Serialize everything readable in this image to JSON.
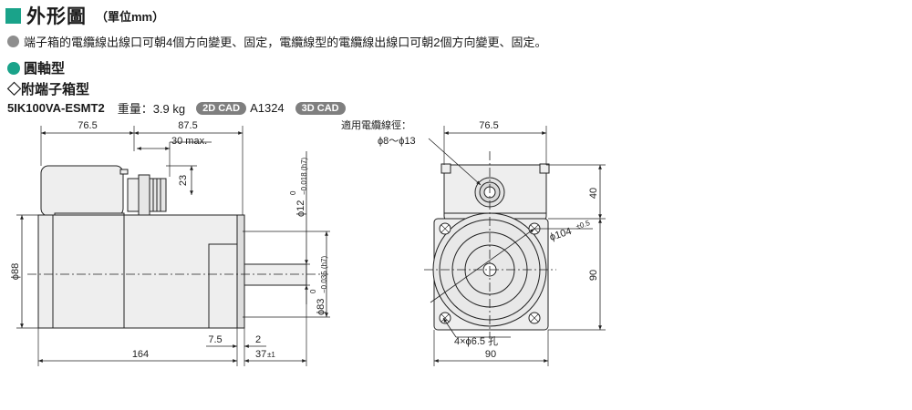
{
  "header": {
    "title": "外形圖",
    "unit_note": "（單位mm）"
  },
  "description": "端子箱的電纜線出線口可朝4個方向變更、固定，電纜線型的電纜線出線口可朝2個方向變更、固定。",
  "section_title": "圓軸型",
  "subsection_title": "◇附端子箱型",
  "model": {
    "name": "5IK100VA-ESMT2",
    "weight": "重量：3.9 kg",
    "cad2d_label": "2D CAD",
    "cad2d_code": "A1324",
    "cad3d_label": "3D CAD"
  },
  "side_view": {
    "dim_top_left": "76.5",
    "dim_top_right": "87.5",
    "dim_max": "30 max.",
    "dim_23": "23",
    "shaft_dia": "ϕ12",
    "shaft_tol_top": "0",
    "shaft_tol_bottom": "−0.018 (h7)",
    "pilot_dia": "ϕ83",
    "pilot_tol_top": "0",
    "pilot_tol_bottom": "−0.035 (h7)",
    "body_dia": "ϕ88",
    "dim_7_5": "7.5",
    "dim_2": "2",
    "dim_164": "164",
    "dim_37": "37",
    "dim_37_tol": "±1"
  },
  "front_view": {
    "cable_label": "適用電纜線徑：",
    "cable_range": "ϕ8～ϕ13",
    "dim_top": "76.5",
    "dim_40": "40",
    "dim_90_right": "90",
    "pcd": "ϕ104",
    "pcd_tol": "±0.5",
    "holes": "4×ϕ6.5 孔",
    "dim_90_bottom": "90"
  }
}
